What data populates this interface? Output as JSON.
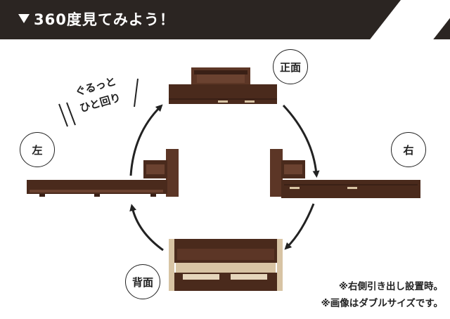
{
  "header": {
    "title": "360度見てみよう！"
  },
  "views": {
    "front": "正面",
    "left": "左",
    "right": "右",
    "back": "背面"
  },
  "rotate_label": {
    "line1": "ぐるっと",
    "line2": "ひと回り"
  },
  "notes": {
    "line1": "※右側引き出し設置時。",
    "line2": "※画像はダブルサイズです。"
  },
  "colors": {
    "header_bg": "#2b2522",
    "wood_dark": "#4a2a1c",
    "wood_mid": "#5c3626",
    "light_wood": "#d8c4a4"
  }
}
